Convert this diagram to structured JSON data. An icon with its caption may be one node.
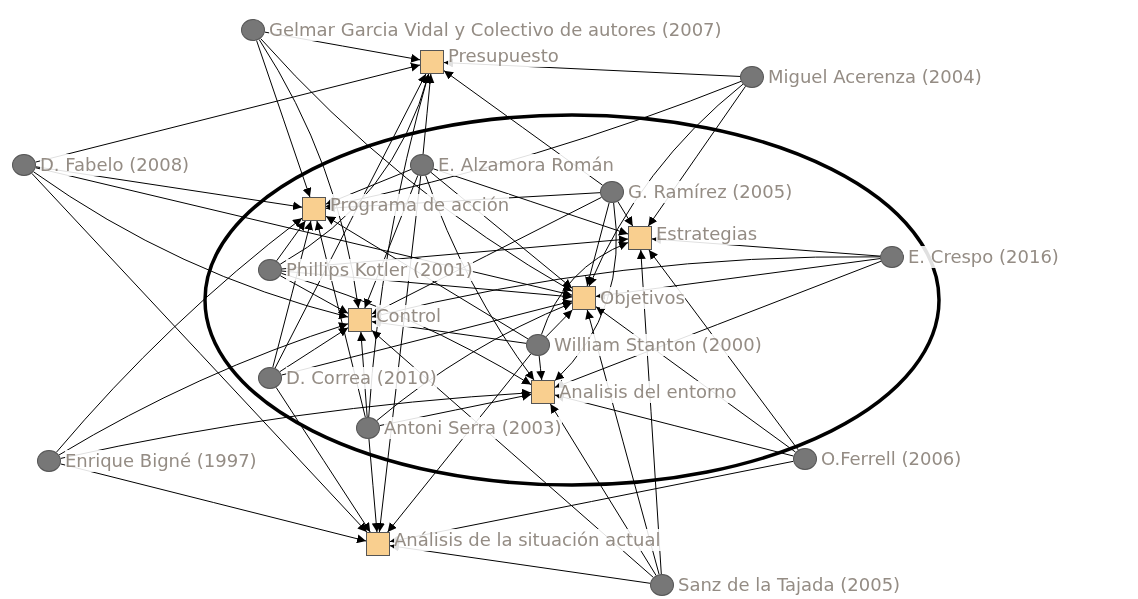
{
  "diagram": {
    "nodes": [
      {
        "text": [],
        "shape": "circle",
        "beside": [
          "Gelmar Garcia Vidal y Colectivo de autores (2007)"
        ]
      },
      {
        "text": [],
        "shape": "box",
        "beside": [
          "Presupuesto"
        ]
      },
      {
        "text": [],
        "shape": "circle",
        "beside": [
          "Miguel Acerenza (2004)"
        ]
      },
      {
        "text": [],
        "shape": "circle",
        "beside": [
          "D. Fabelo (2008)"
        ]
      },
      {
        "text": [],
        "shape": "circle",
        "beside": [
          "E. Alzamora Román"
        ]
      },
      {
        "text": [],
        "shape": "circle",
        "beside": [
          "G. Ramírez (2005)"
        ]
      },
      {
        "text": [],
        "shape": "box",
        "beside": [
          "Programa de acción"
        ]
      },
      {
        "text": [],
        "shape": "box",
        "beside": [
          "Estrategias"
        ]
      },
      {
        "text": [],
        "shape": "circle",
        "beside": [
          "E. Crespo (2016)"
        ]
      },
      {
        "text": [],
        "shape": "circle",
        "beside": [
          "Phillips Kotler (2001)"
        ]
      },
      {
        "text": [],
        "shape": "box",
        "beside": [
          "Objetivos"
        ]
      },
      {
        "text": [],
        "shape": "box",
        "beside": [
          "Control"
        ]
      },
      {
        "text": [],
        "shape": "circle",
        "beside": [
          "William Stanton (2000)"
        ]
      },
      {
        "text": [],
        "shape": "circle",
        "beside": [
          "D. Correa (2010)"
        ]
      },
      {
        "text": [],
        "shape": "box",
        "beside": [
          "Analisis del entorno"
        ]
      },
      {
        "text": [],
        "shape": "circle",
        "beside": [
          "Antoni Serra (2003)"
        ]
      },
      {
        "text": [],
        "shape": "circle",
        "beside": [
          "Enrique Bigné (1997)"
        ]
      },
      {
        "text": [],
        "shape": "circle",
        "beside": [
          "O.Ferrell (2006)"
        ]
      },
      {
        "text": [],
        "shape": "box",
        "beside": [
          "Análisis de la situación actual"
        ]
      },
      {
        "text": [],
        "shape": "circle",
        "beside": [
          "Sanz de la Tajada (2005)"
        ]
      }
    ],
    "edges": [
      {
        "from": 0,
        "to": 1,
        "arrow": "to"
      },
      {
        "from": 0,
        "to": 6,
        "arrow": "to"
      },
      {
        "from": 0,
        "to": 11,
        "arrow": "to"
      },
      {
        "from": 0,
        "to": 10,
        "arrow": "to"
      },
      {
        "from": 2,
        "to": 1,
        "arrow": "to"
      },
      {
        "from": 2,
        "to": 6,
        "arrow": "to"
      },
      {
        "from": 2,
        "to": 7,
        "arrow": "to"
      },
      {
        "from": 2,
        "to": 10,
        "arrow": "to"
      },
      {
        "from": 3,
        "to": 1,
        "arrow": "to"
      },
      {
        "from": 3,
        "to": 6,
        "arrow": "to"
      },
      {
        "from": 3,
        "to": 11,
        "arrow": "to"
      },
      {
        "from": 3,
        "to": 10,
        "arrow": "to"
      },
      {
        "from": 3,
        "to": 18,
        "arrow": "to"
      },
      {
        "from": 4,
        "to": 1,
        "arrow": "to"
      },
      {
        "from": 4,
        "to": 6,
        "arrow": "to"
      },
      {
        "from": 4,
        "to": 11,
        "arrow": "to"
      },
      {
        "from": 4,
        "to": 7,
        "arrow": "to"
      },
      {
        "from": 4,
        "to": 10,
        "arrow": "to"
      },
      {
        "from": 4,
        "to": 14,
        "arrow": "to"
      },
      {
        "from": 4,
        "to": 18,
        "arrow": "to"
      },
      {
        "from": 5,
        "to": 7,
        "arrow": "to"
      },
      {
        "from": 5,
        "to": 10,
        "arrow": "to"
      },
      {
        "from": 5,
        "to": 6,
        "arrow": "to"
      },
      {
        "from": 5,
        "to": 11,
        "arrow": "to"
      },
      {
        "from": 5,
        "to": 14,
        "arrow": "to"
      },
      {
        "from": 5,
        "to": 1,
        "arrow": "to"
      },
      {
        "from": 8,
        "to": 7,
        "arrow": "to"
      },
      {
        "from": 8,
        "to": 10,
        "arrow": "to"
      },
      {
        "from": 8,
        "to": 14,
        "arrow": "to"
      },
      {
        "from": 8,
        "to": 11,
        "arrow": "to"
      },
      {
        "from": 9,
        "to": 6,
        "arrow": "to"
      },
      {
        "from": 9,
        "to": 11,
        "arrow": "to"
      },
      {
        "from": 9,
        "to": 10,
        "arrow": "to"
      },
      {
        "from": 9,
        "to": 7,
        "arrow": "to"
      },
      {
        "from": 9,
        "to": 14,
        "arrow": "to"
      },
      {
        "from": 9,
        "to": 1,
        "arrow": "to"
      },
      {
        "from": 12,
        "to": 14,
        "arrow": "to"
      },
      {
        "from": 12,
        "to": 10,
        "arrow": "to"
      },
      {
        "from": 12,
        "to": 7,
        "arrow": "to"
      },
      {
        "from": 12,
        "to": 11,
        "arrow": "to"
      },
      {
        "from": 12,
        "to": 6,
        "arrow": "to"
      },
      {
        "from": 12,
        "to": 18,
        "arrow": "to"
      },
      {
        "from": 13,
        "to": 6,
        "arrow": "to"
      },
      {
        "from": 13,
        "to": 11,
        "arrow": "to"
      },
      {
        "from": 13,
        "to": 10,
        "arrow": "to"
      },
      {
        "from": 13,
        "to": 18,
        "arrow": "to"
      },
      {
        "from": 13,
        "to": 1,
        "arrow": "to"
      },
      {
        "from": 15,
        "to": 11,
        "arrow": "to"
      },
      {
        "from": 15,
        "to": 14,
        "arrow": "to"
      },
      {
        "from": 15,
        "to": 18,
        "arrow": "to"
      },
      {
        "from": 15,
        "to": 6,
        "arrow": "to"
      },
      {
        "from": 15,
        "to": 10,
        "arrow": "to"
      },
      {
        "from": 15,
        "to": 1,
        "arrow": "to"
      },
      {
        "from": 16,
        "to": 18,
        "arrow": "to"
      },
      {
        "from": 16,
        "to": 6,
        "arrow": "to"
      },
      {
        "from": 16,
        "to": 11,
        "arrow": "to"
      },
      {
        "from": 16,
        "to": 14,
        "arrow": "to"
      },
      {
        "from": 17,
        "to": 14,
        "arrow": "to"
      },
      {
        "from": 17,
        "to": 18,
        "arrow": "to"
      },
      {
        "from": 17,
        "to": 7,
        "arrow": "to"
      },
      {
        "from": 17,
        "to": 10,
        "arrow": "to"
      },
      {
        "from": 19,
        "to": 18,
        "arrow": "to"
      },
      {
        "from": 19,
        "to": 10,
        "arrow": "to"
      },
      {
        "from": 19,
        "to": 14,
        "arrow": "to"
      },
      {
        "from": 19,
        "to": 7,
        "arrow": "to"
      },
      {
        "from": 19,
        "to": 11,
        "arrow": "to"
      }
    ]
  }
}
